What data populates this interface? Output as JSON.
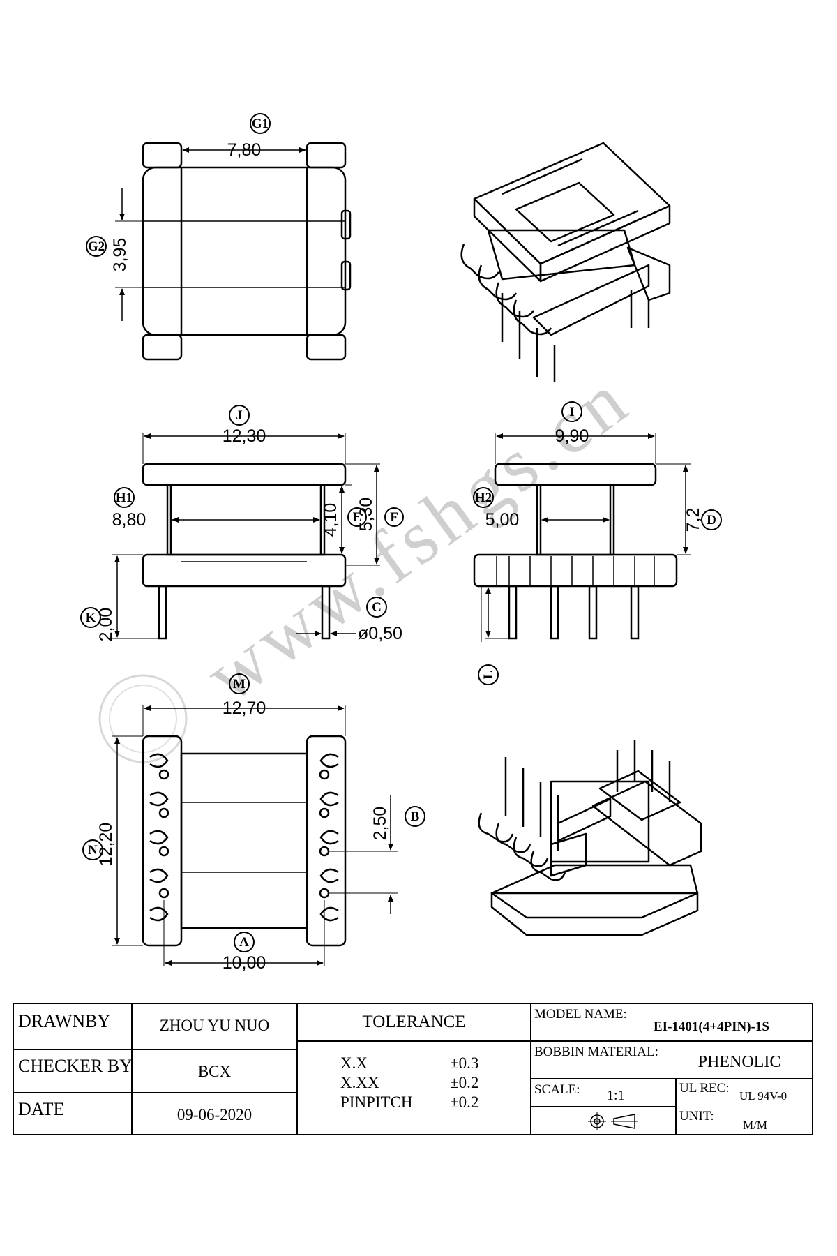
{
  "views": {
    "top": {
      "ref_g1": "G1",
      "dim_width": "7,80",
      "ref_g2": "G2",
      "dim_height": "3,95"
    },
    "front": {
      "ref_j": "J",
      "dim_overall": "12,30",
      "ref_h1": "H1",
      "dim_inner": "8,80",
      "ref_e": "E",
      "dim_e": "4,10",
      "ref_f": "F",
      "dim_f": "5,30",
      "ref_k": "K",
      "dim_k": "2,00",
      "ref_c": "C",
      "dim_c": "ø0,50"
    },
    "side": {
      "ref_i": "I",
      "dim_overall": "9,90",
      "ref_h2": "H2",
      "dim_inner": "5,00",
      "ref_d": "D",
      "dim_d": "7,2",
      "ref_l": "L"
    },
    "bottom": {
      "ref_m": "M",
      "dim_m": "12,70",
      "ref_n": "N",
      "dim_n": "12,20",
      "ref_b": "B",
      "dim_b": "2,50",
      "ref_a": "A",
      "dim_a": "10,00"
    }
  },
  "watermark": "www.fshgs.cn",
  "title_block": {
    "drawnby_label": "DRAWNBY",
    "drawnby_value": "ZHOU YU NUO",
    "checker_label": "CHECKER BY",
    "checker_value": "BCX",
    "date_label": "DATE",
    "date_value": "09-06-2020",
    "tolerance_label": "TOLERANCE",
    "tolerances": [
      {
        "name": "X.X",
        "value": "±0.3"
      },
      {
        "name": "X.XX",
        "value": "±0.2"
      },
      {
        "name": "PINPITCH",
        "value": "±0.2"
      }
    ],
    "model_label": "MODEL NAME:",
    "model_value": "EI-1401(4+4PIN)-1S",
    "material_label": "BOBBIN MATERIAL:",
    "material_value": "PHENOLIC",
    "scale_label": "SCALE:",
    "scale_value": "1:1",
    "ul_label": "UL REC:",
    "ul_value": "UL 94V-0",
    "unit_label": "UNIT:",
    "unit_value": "M/M"
  }
}
